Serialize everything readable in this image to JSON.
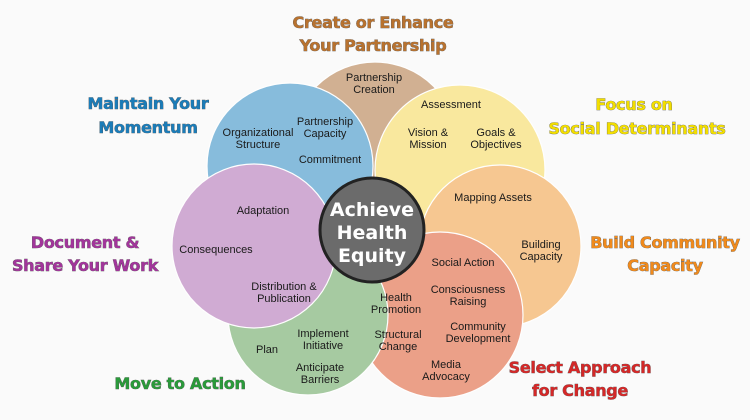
{
  "center": {
    "lines": [
      "Achieve",
      "Health",
      "Equity"
    ],
    "color": "#6b6b6b"
  },
  "sections": {
    "partnership": {
      "title": [
        "Create or Enhance",
        "Your Partnership"
      ],
      "title_color": "#b8722f",
      "fill": "#c9a17c"
    },
    "momentum": {
      "title": [
        "Maintain Your",
        "Momentum"
      ],
      "title_color": "#1b7cb8",
      "fill": "#6fafd6"
    },
    "social": {
      "title": [
        "Focus on",
        "Social Determinants"
      ],
      "title_color": "#f2de00",
      "fill": "#f9e58a"
    },
    "capacity": {
      "title": [
        "Build Community",
        "Capacity"
      ],
      "title_color": "#f08a1c",
      "fill": "#f6bd7a"
    },
    "approach": {
      "title": [
        "Select Approach",
        "for Change"
      ],
      "title_color": "#d42828",
      "fill": "#e88d70"
    },
    "action": {
      "title": [
        "Move to Action"
      ],
      "title_color": "#2a9a3a",
      "fill": "#94c08e"
    },
    "document": {
      "title": [
        "Document &",
        "Share Your Work"
      ],
      "title_color": "#a2359b",
      "fill": "#c89acb"
    }
  },
  "labels": {
    "partnership_creation": [
      "Partnership",
      "Creation"
    ],
    "assessment": [
      "Assessment"
    ],
    "organizational_structure": [
      "Organizational",
      "Structure"
    ],
    "partnership_capacity": [
      "Partnership",
      "Capacity"
    ],
    "commitment": [
      "Commitment"
    ],
    "vision_mission": [
      "Vision &",
      "Mission"
    ],
    "goals_objectives": [
      "Goals &",
      "Objectives"
    ],
    "mapping_assets": [
      "Mapping Assets"
    ],
    "adaptation": [
      "Adaptation"
    ],
    "consequences": [
      "Consequences"
    ],
    "building_capacity": [
      "Building",
      "Capacity"
    ],
    "social_action": [
      "Social Action"
    ],
    "consciousness_raising": [
      "Consciousness",
      "Raising"
    ],
    "health_promotion": [
      "Health",
      "Promotion"
    ],
    "distribution_publication": [
      "Distribution &",
      "Publication"
    ],
    "community_development": [
      "Community",
      "Development"
    ],
    "structural_change": [
      "Structural",
      "Change"
    ],
    "implement_initiative": [
      "Implement",
      "Initiative"
    ],
    "plan": [
      "Plan"
    ],
    "anticipate_barriers": [
      "Anticipate",
      "Barriers"
    ],
    "media_advocacy": [
      "Media",
      "Advocacy"
    ]
  }
}
